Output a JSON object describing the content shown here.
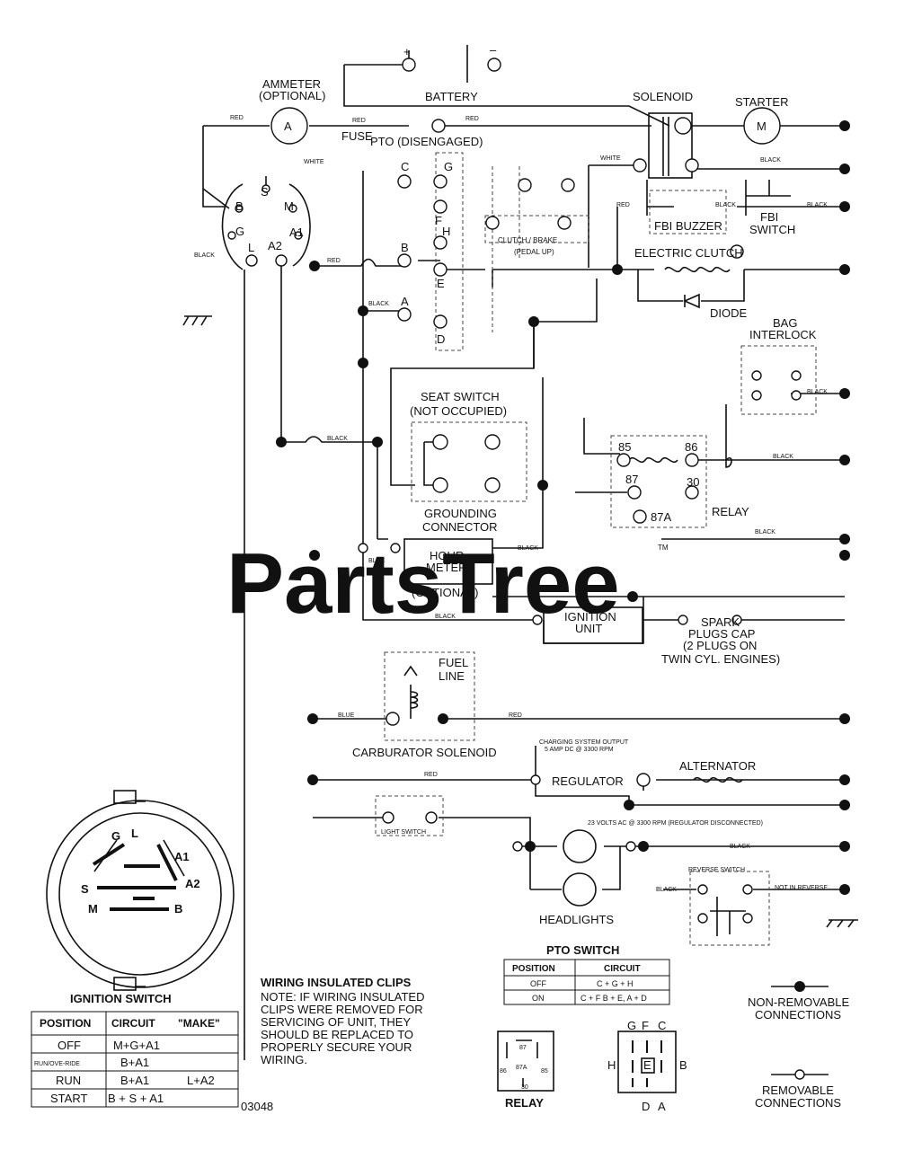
{
  "watermark": {
    "text": "PartsTree",
    "tm": "TM"
  },
  "labels": {
    "battery": "BATTERY",
    "plus": "+",
    "minus": "–",
    "ammeter": "AMMETER",
    "optional": "(OPTIONAL)",
    "ammeter_a": "A",
    "fuse": "FUSE",
    "pto": "PTO (DISENGAGED)",
    "solenoid": "SOLENOID",
    "starter": "STARTER",
    "starter_m": "M",
    "fbi_buzzer": "FBI BUZZER",
    "fbi": "FBI",
    "switch": "SWITCH",
    "clutch_brake": "CLUTCH / BRAKE",
    "pedal_up": "(PEDAL UP)",
    "electric_clutch": "ELECTRIC CLUTCH",
    "diode": "DIODE",
    "bag": "BAG",
    "interlock": "INTERLOCK",
    "seat_switch": "SEAT SWITCH",
    "not_occupied": "(NOT OCCUPIED)",
    "grounding": "GROUNDING",
    "connector": "CONNECTOR",
    "relay": "RELAY",
    "r85": "85",
    "r86": "86",
    "r87": "87",
    "r30": "30",
    "r87a": "87A",
    "hour": "HOUR",
    "meter": "METER",
    "hour_optional": "(OPTIONAL)",
    "ignition": "IGNITION",
    "unit": "UNIT",
    "spark1": "SPARK",
    "spark2": "PLUGS CAP",
    "spark3": "(2 PLUGS ON",
    "spark4": "TWIN CYL. ENGINES)",
    "fuel": "FUEL",
    "line": "LINE",
    "carb": "CARBURATOR SOLENOID",
    "charging1": "CHARGING SYSTEM OUTPUT",
    "charging2": "5 AMP DC @ 3300 RPM",
    "regulator": "REGULATOR",
    "alternator": "ALTERNATOR",
    "ac_note": "23 VOLTS AC @ 3300 RPM (REGULATOR DISCONNECTED)",
    "light_switch": "LIGHT SWITCH",
    "headlights": "HEADLIGHTS",
    "reverse_switch": "REVERSE SWITCH",
    "not_in_reverse": "NOT IN REVERSE",
    "pto_c": "C",
    "pto_g": "G",
    "pto_h": "H",
    "pto_b": "B",
    "pto_e": "E",
    "pto_a": "A",
    "pto_d": "D",
    "pto_f": "F",
    "ig_s": "S",
    "ig_b": "B",
    "ig_m": "M",
    "ig_g": "G",
    "ig_l": "L",
    "ig_a2": "A2",
    "ig_a1": "A1",
    "ig_g2": "G",
    "ig_l2": "L",
    "ig_a1b": "A1",
    "ig_a2b": "A2",
    "ig_s2": "S",
    "ig_m2": "M",
    "ig_b2": "B"
  },
  "wires": {
    "red": "RED",
    "white": "WHITE",
    "black": "BLACK",
    "blue": "BLUE"
  },
  "ignition_switch_table": {
    "title": "IGNITION SWITCH",
    "headers": [
      "POSITION",
      "CIRCUIT",
      "\"MAKE\""
    ],
    "rows": [
      {
        "position": "OFF",
        "circuit": "M+G+A1",
        "extra": ""
      },
      {
        "position": "RUN/OVE-RIDE",
        "circuit": "B+A1",
        "extra": ""
      },
      {
        "position": "RUN",
        "circuit": "B+A1",
        "extra": "L+A2"
      },
      {
        "position": "START",
        "circuit": "B + S + A1",
        "extra": ""
      }
    ]
  },
  "pto_switch_table": {
    "title": "PTO SWITCH",
    "headers": [
      "POSITION",
      "CIRCUIT"
    ],
    "rows": [
      {
        "position": "OFF",
        "circuit": "C + G + H"
      },
      {
        "position": "ON",
        "circuit": "C + F B + E, A + D"
      }
    ]
  },
  "notes": {
    "clips_title": "WIRING INSULATED CLIPS",
    "clips_lines": [
      "NOTE: IF WIRING INSULATED",
      "CLIPS WERE REMOVED FOR",
      "SERVICING OF UNIT, THEY",
      "SHOULD BE REPLACED TO",
      "PROPERLY SECURE YOUR",
      " WIRING."
    ],
    "diagram_number": "03048"
  },
  "relay_icon": {
    "label": "RELAY",
    "p87": "87",
    "p87a": "87A",
    "p86": "86",
    "p85": "85",
    "p30": "30"
  },
  "pto_icon": {
    "g": "G",
    "f": "F",
    "c": "C",
    "h": "H",
    "e": "E",
    "b": "B",
    "d": "D",
    "a": "A"
  },
  "legend": {
    "non_removable": [
      "NON-REMOVABLE",
      "CONNECTIONS"
    ],
    "removable": [
      "REMOVABLE",
      "CONNECTIONS"
    ]
  }
}
